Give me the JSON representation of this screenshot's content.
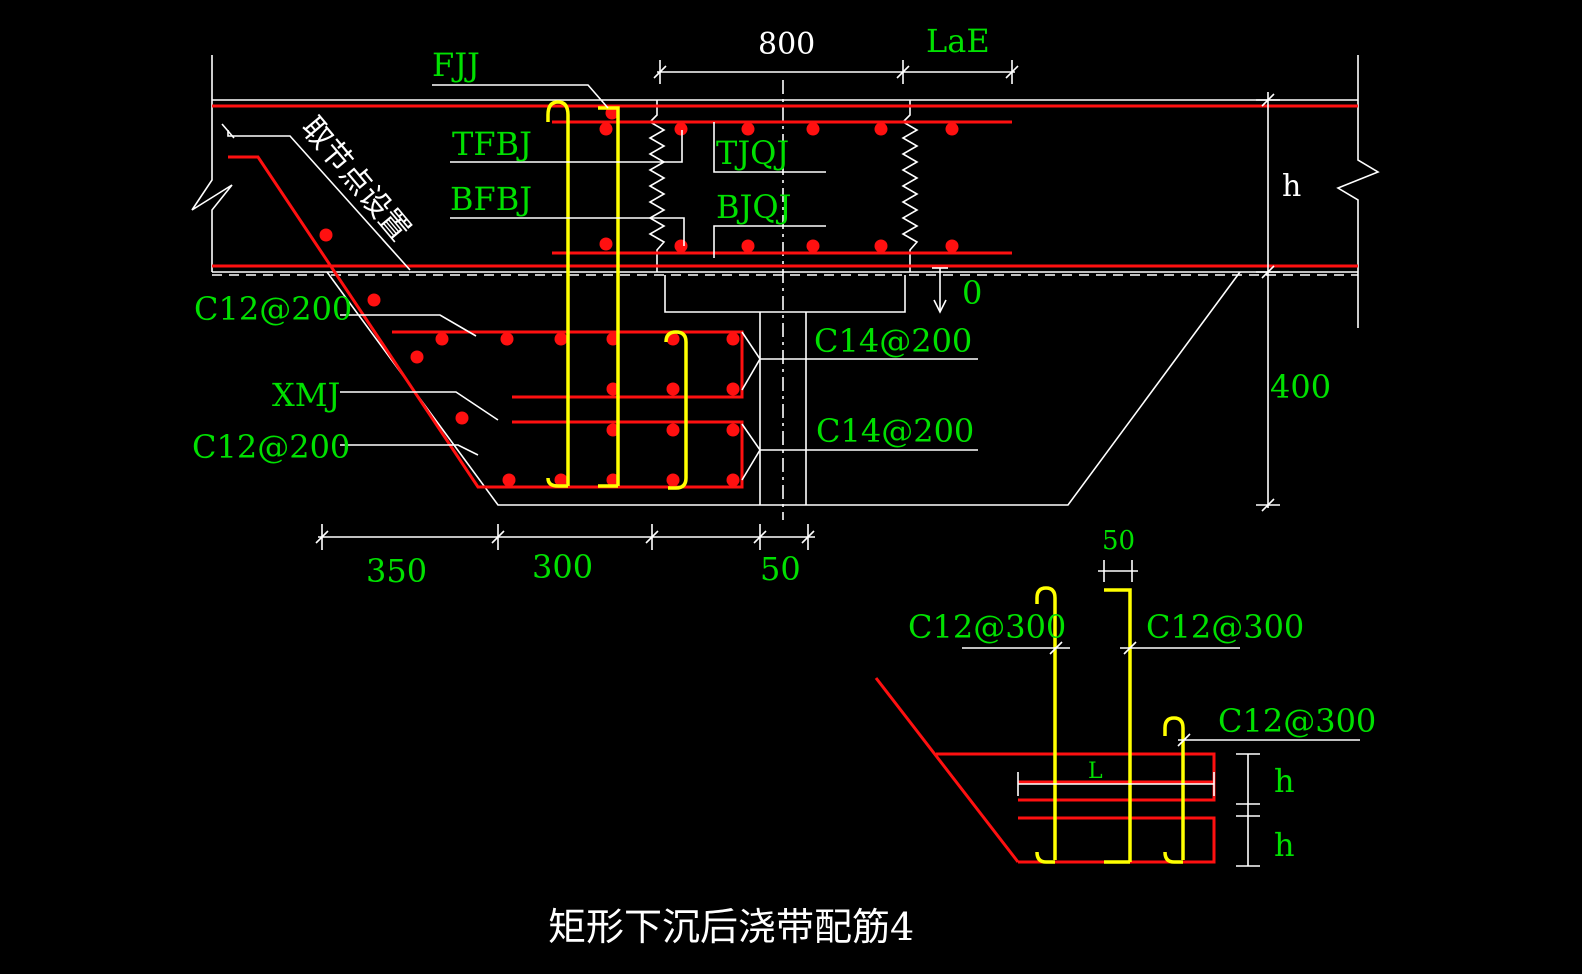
{
  "labels": {
    "fjj": "FJJ",
    "tfbj": "TFBJ",
    "bfbj": "BFBJ",
    "tjqj": "TJQJ",
    "bjqj": "BJQJ",
    "lae": "LaE",
    "dim_800": "800",
    "h_right": "h",
    "dim_0": "0",
    "dim_400": "400",
    "c12_200_top": "C12@200",
    "xmj": "XMJ",
    "c12_200_bottom": "C12@200",
    "c14_200_top": "C14@200",
    "c14_200_bottom": "C14@200",
    "dim_350": "350",
    "dim_300": "300",
    "dim_50": "50",
    "detail_50": "50",
    "detail_c12_300_left": "C12@300",
    "detail_c12_300_mid": "C12@300",
    "detail_c12_300_right": "C12@300",
    "detail_L": "L",
    "detail_h1": "h",
    "detail_h2": "h",
    "node_setting": "取节点设置",
    "title": "矩形下沉后浇带配筋4"
  },
  "colors": {
    "background": "#000000",
    "line": "#ffffff",
    "rebar": "#ff1010",
    "stirrup": "#ffff00",
    "label": "#00e000"
  }
}
